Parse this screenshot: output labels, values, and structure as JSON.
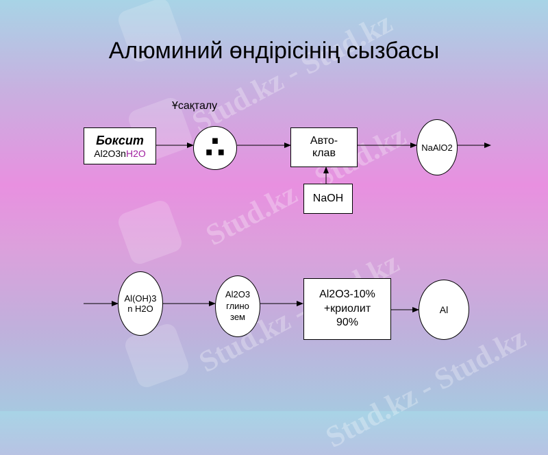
{
  "watermark": "Stud.kz - Stud.kz",
  "title": "Алюминий өндірісінің сызбасы",
  "label_separation": "Ұсақталу",
  "bauxite": {
    "name": "Боксит",
    "formula_part1": "Al2O3n",
    "formula_part2": "H2O"
  },
  "crusher_symbol": "∴",
  "autoclave": {
    "line1": "Авто-",
    "line2": "клав"
  },
  "naoh": "NaOH",
  "naalo2": "NaAlO2",
  "aloh3": {
    "line1": "Al(OH)3",
    "line2": "n H2O"
  },
  "al2o3": {
    "line1": "Al2O3",
    "line2": "глино",
    "line3": "зем"
  },
  "electrolysis": {
    "line1": "Al2O3-10%",
    "line2": "+криолит",
    "line3": "90%"
  },
  "al": "Al",
  "colors": {
    "formula_accent": "#a020a0"
  }
}
